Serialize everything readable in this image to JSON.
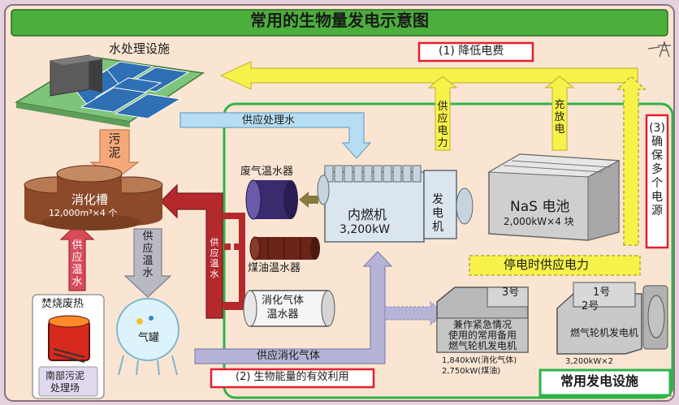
{
  "title": "常用的生物量发电示意图",
  "labels": {
    "water_treatment": "水处理设施",
    "sludge": "污泥",
    "digester": "消化槽",
    "digester_spec": "12,000m³×4 个",
    "supply_treated_water": "供应处理水",
    "exhaust_heater": "废气温水器",
    "kerosene_heater": "煤油温水器",
    "digestion_gas_heater": "消化气体\n温水器",
    "engine": "内燃机",
    "engine_spec": "3,200kW",
    "generator": "发电机",
    "supply_power": "供应电力",
    "charge_discharge": "充放电",
    "nas_battery": "NaS 电池",
    "nas_spec": "2,000kW×4 块",
    "ensure_sources": "(3) 确保多个电源",
    "outage_supply": "停电时供应电力",
    "reduce_cost": "(1) 降低电费",
    "supply_warm_water_left": "供应温水",
    "supply_warm_water_mid": "供应温水",
    "gas_tank": "气罐",
    "incineration_heat": "焚烧废热",
    "south_plant": "南部污泥\n处理场",
    "supply_digestion_gas": "供应消化气体",
    "biomass_use": "(2) 生物能量的有效利用",
    "unit3": "3号",
    "emergency_gen": "兼作紧急情况\n使用的常用备用\n燃气轮机发电机",
    "emergency_spec": "1,840kW(消化气体)\n2,750kW(煤油)",
    "unit1": "1号",
    "unit2": "2号",
    "gas_turbine": "燃气轮机发电机",
    "gas_turbine_spec": "3,200kW×2",
    "facility": "常用发电设施",
    "vert_red_text": "供应温水"
  },
  "colors": {
    "title_bar": "#4caf3d",
    "background": "#fae5d3",
    "yellow_arrow": "#f6f24a",
    "green_border": "#2eb34a",
    "red_arrow": "#b3292c",
    "light_blue_arrow": "#b7ddf2",
    "lavender_arrow": "#b5b4d6",
    "red_frame": "#e02030"
  }
}
